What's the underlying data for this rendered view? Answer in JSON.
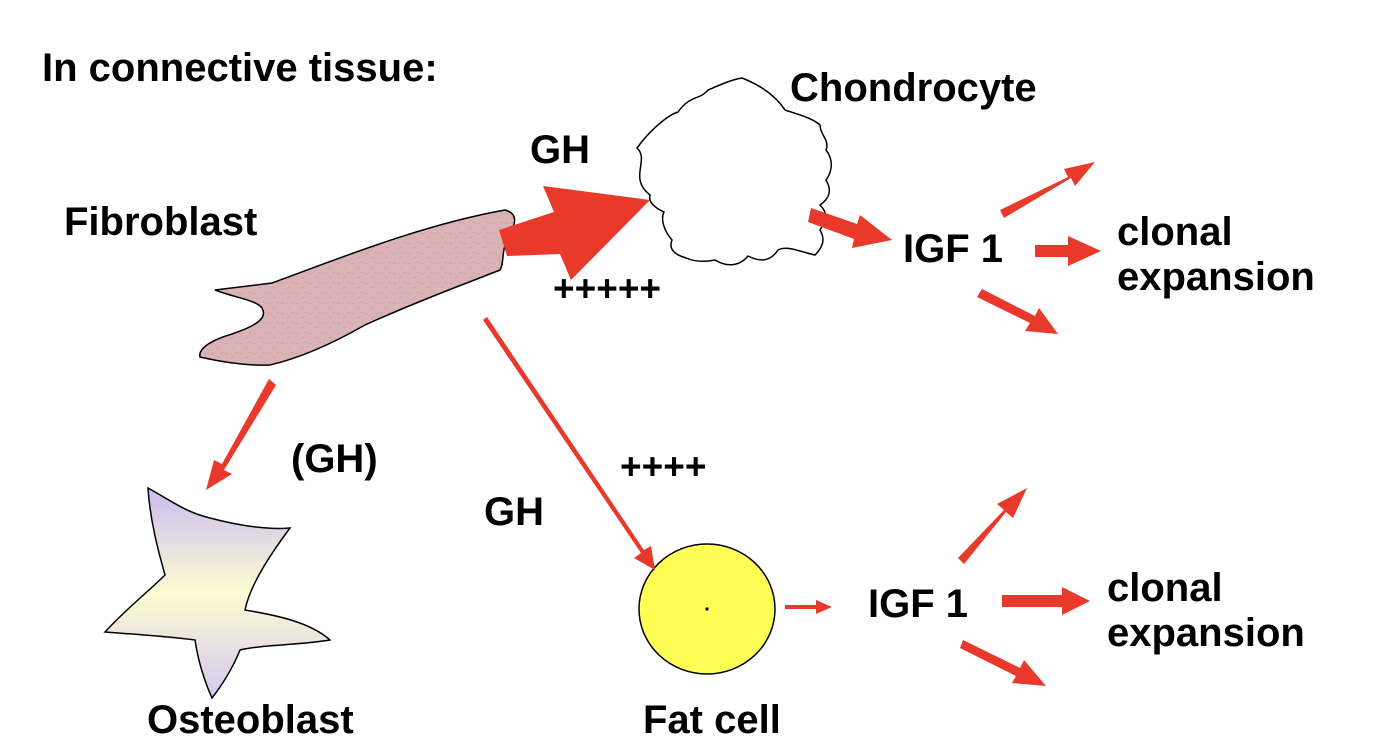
{
  "heading": "In connective tissue:",
  "cells": {
    "fibroblast": "Fibroblast",
    "chondrocyte": "Chondrocyte",
    "osteoblast": "Osteoblast",
    "fat_cell": "Fat cell"
  },
  "labels": {
    "gh_top": "GH",
    "plus_top": "+++++",
    "gh_paren": "(GH)",
    "plus_mid": "++++",
    "gh_mid": "GH",
    "igf_top": "IGF 1",
    "igf_bottom": "IGF 1",
    "clonal_top": "clonal\nexpansion",
    "clonal_bottom": "clonal\nexpansion"
  },
  "colors": {
    "arrow": "#e8392b",
    "fibroblast_fill": "#d9b3b5",
    "fat_cell_fill": "#ffff55",
    "osteoblast_top": "#cbbcf0",
    "osteoblast_bottom": "#fefcd2"
  }
}
